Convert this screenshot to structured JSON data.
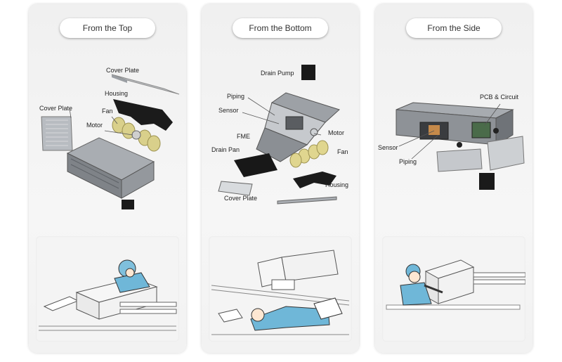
{
  "panels": [
    {
      "title": "From the Top",
      "labels": {
        "cover_plate_top": "Cover Plate",
        "housing": "Housing",
        "cover_plate_left": "Cover Plate",
        "fan": "Fan",
        "motor": "Motor"
      }
    },
    {
      "title": "From the Bottom",
      "labels": {
        "drain_pump": "Drain Pump",
        "piping": "Piping",
        "sensor": "Sensor",
        "fme": "FME",
        "drain_pan": "Drain Pan",
        "motor": "Motor",
        "fan": "Fan",
        "housing": "Housing",
        "cover_plate": "Cover Plate"
      }
    },
    {
      "title": "From the Side",
      "labels": {
        "pcb_circuit": "PCB & Circuit",
        "sensor": "Sensor",
        "piping": "Piping"
      }
    }
  ],
  "colors": {
    "panel_bg": "#f2f2f2",
    "worker_shirt": "#6fb7d8",
    "unit_grey": "#8f9398",
    "black_part": "#1a1a1a",
    "fan_gold": "#d8cf8a"
  },
  "icons": [
    "duct-unit-exploded-top",
    "duct-unit-exploded-bottom",
    "duct-unit-exploded-side",
    "technician-illustration"
  ]
}
